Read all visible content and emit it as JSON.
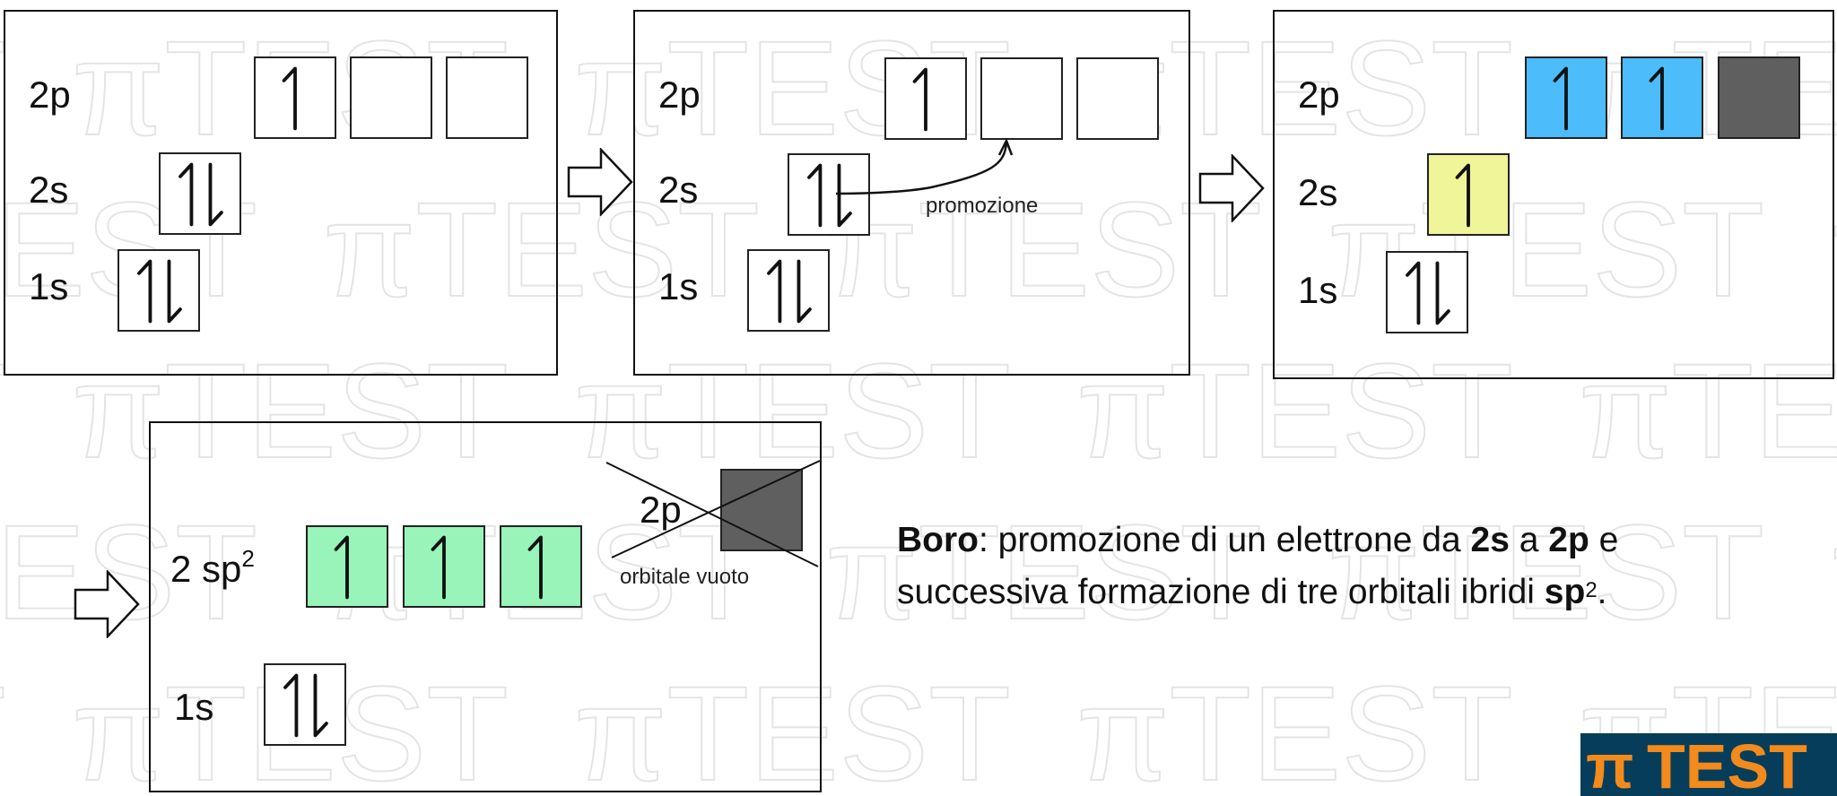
{
  "panel1": {
    "label_2p": "2p",
    "label_2s": "2s",
    "label_1s": "1s"
  },
  "panel2": {
    "label_2p": "2p",
    "label_2s": "2s",
    "label_1s": "1s",
    "promotion_label": "promozione"
  },
  "panel3": {
    "label_2p": "2p",
    "label_2s": "2s",
    "label_1s": "1s"
  },
  "panel4": {
    "label_sp2": "2 sp",
    "label_sp2_sup": "2",
    "label_1s": "1s",
    "label_2p": "2p",
    "empty_orbital_label": "orbitale vuoto"
  },
  "caption": {
    "t1": "Boro",
    "t2": ": promozione di un elettrone da ",
    "t3": "2s",
    "t4": " a ",
    "t5": "2p",
    "t6": " e successiva formazione di tre orbitali ibridi ",
    "t7": "sp",
    "t8": "2",
    "t9": "."
  },
  "logo": {
    "pi": "π",
    "text": "TEST"
  },
  "watermark": {
    "text": "πTEST"
  },
  "colors": {
    "blue_orbital": "#4cbcfb",
    "yellow_orbital": "#f0f59a",
    "green_orbital": "#98f4b8",
    "empty_orbital": "#5f5f5f",
    "logo_bg": "#063d5a",
    "logo_text": "#f28a1c"
  }
}
